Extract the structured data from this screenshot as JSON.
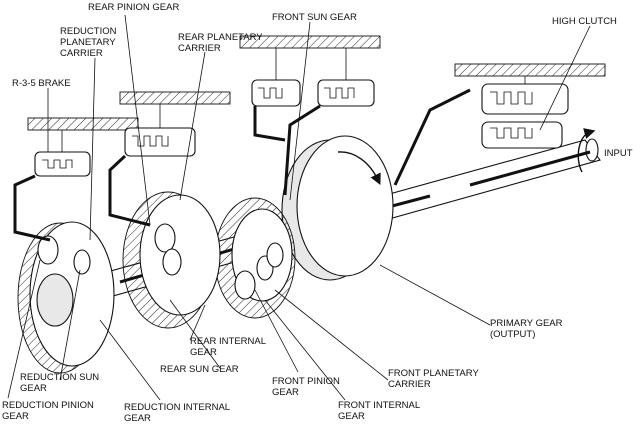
{
  "labels": {
    "rear_pinion_gear": "REAR PINION GEAR",
    "front_sun_gear": "FRONT SUN GEAR",
    "high_clutch": "HIGH CLUTCH",
    "reduction_planetary_carrier": [
      "REDUCTION",
      "PLANETARY",
      "CARRIER"
    ],
    "rear_planetary_carrier": [
      "REAR PLANETARY",
      "CARRIER"
    ],
    "r35_brake": "R-3-5 BRAKE",
    "input": "INPUT",
    "primary_gear": [
      "PRIMARY GEAR",
      "(OUTPUT)"
    ],
    "rear_internal_gear": [
      "REAR INTERNAL",
      "GEAR"
    ],
    "rear_sun_gear": "REAR SUN GEAR",
    "front_planetary_carrier": [
      "FRONT PLANETARY",
      "CARRIER"
    ],
    "reduction_sun_gear": [
      "REDUCTION SUN",
      "GEAR"
    ],
    "front_pinion_gear": [
      "FRONT PINION",
      "GEAR"
    ],
    "reduction_pinion_gear": [
      "REDUCTION PINION",
      "GEAR"
    ],
    "reduction_internal_gear": [
      "REDUCTION INTERNAL",
      "GEAR"
    ],
    "front_internal_gear": [
      "FRONT INTERNAL",
      "GEAR"
    ]
  }
}
